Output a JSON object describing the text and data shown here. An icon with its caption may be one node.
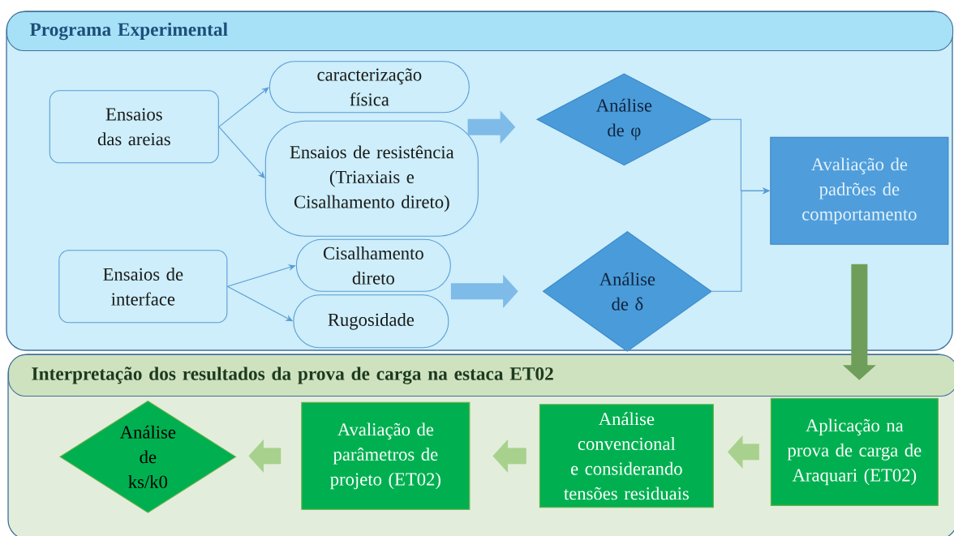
{
  "diagram": {
    "nodes": [
      {
        "text": [
          "Programa Experimental"
        ]
      },
      {
        "text": [
          "Ensaios das areias"
        ],
        "in": 0
      },
      {
        "text": [
          "caracterização física"
        ],
        "in": 0
      },
      {
        "text": [
          "Ensaios de resistência (Triaxiais e Cisalhamento direto)"
        ],
        "in": 0
      },
      {
        "text": [
          "Ensaios de interface"
        ],
        "in": 0
      },
      {
        "text": [
          "Cisalhamento direto"
        ],
        "in": 0
      },
      {
        "text": [
          "Rugosidade"
        ],
        "in": 0
      },
      {
        "text": [
          "Análise de φ"
        ],
        "in": 0
      },
      {
        "text": [
          "Análise de δ"
        ],
        "in": 0
      },
      {
        "text": [
          "Avaliação de padrões de comportamento"
        ],
        "in": 0
      },
      {
        "text": [
          "Interpretação dos resultados da prova de carga na estaca ET02"
        ]
      },
      {
        "text": [
          "Análise de ks/k0"
        ],
        "in": 10
      },
      {
        "text": [
          "Avaliação de parâmetros de projeto (ET02)"
        ],
        "in": 10
      },
      {
        "text": [
          "Análise convencional e considerando tensões residuais"
        ],
        "in": 10
      },
      {
        "text": [
          "Aplicação na prova de carga de Araquari (ET02)"
        ],
        "in": 10
      }
    ],
    "edges": [
      {
        "from": 1,
        "to": 2,
        "arrow": "to"
      },
      {
        "from": 1,
        "to": 3,
        "arrow": "to"
      },
      {
        "from": 4,
        "to": 5,
        "arrow": "to"
      },
      {
        "from": 4,
        "to": 6,
        "arrow": "to"
      },
      {
        "from": 3,
        "to": 7,
        "arrow": "to",
        "style": "thick",
        "color": "#7fbbe8"
      },
      {
        "from": 5,
        "to": 8,
        "arrow": "to",
        "style": "thick",
        "color": "#7fbbe8"
      },
      {
        "from": 7,
        "to": 9,
        "arrow": "to"
      },
      {
        "from": 8,
        "to": 9,
        "arrow": "to"
      },
      {
        "from": 9,
        "to": 14,
        "arrow": "to",
        "style": "thick",
        "color": "#6e9e5a"
      },
      {
        "from": 14,
        "to": 13,
        "arrow": "to",
        "style": "thick",
        "color": "#a9d18e"
      },
      {
        "from": 13,
        "to": 12,
        "arrow": "to",
        "style": "thick",
        "color": "#a9d18e"
      },
      {
        "from": 12,
        "to": 11,
        "arrow": "to",
        "style": "thick",
        "color": "#a9d18e"
      }
    ]
  }
}
